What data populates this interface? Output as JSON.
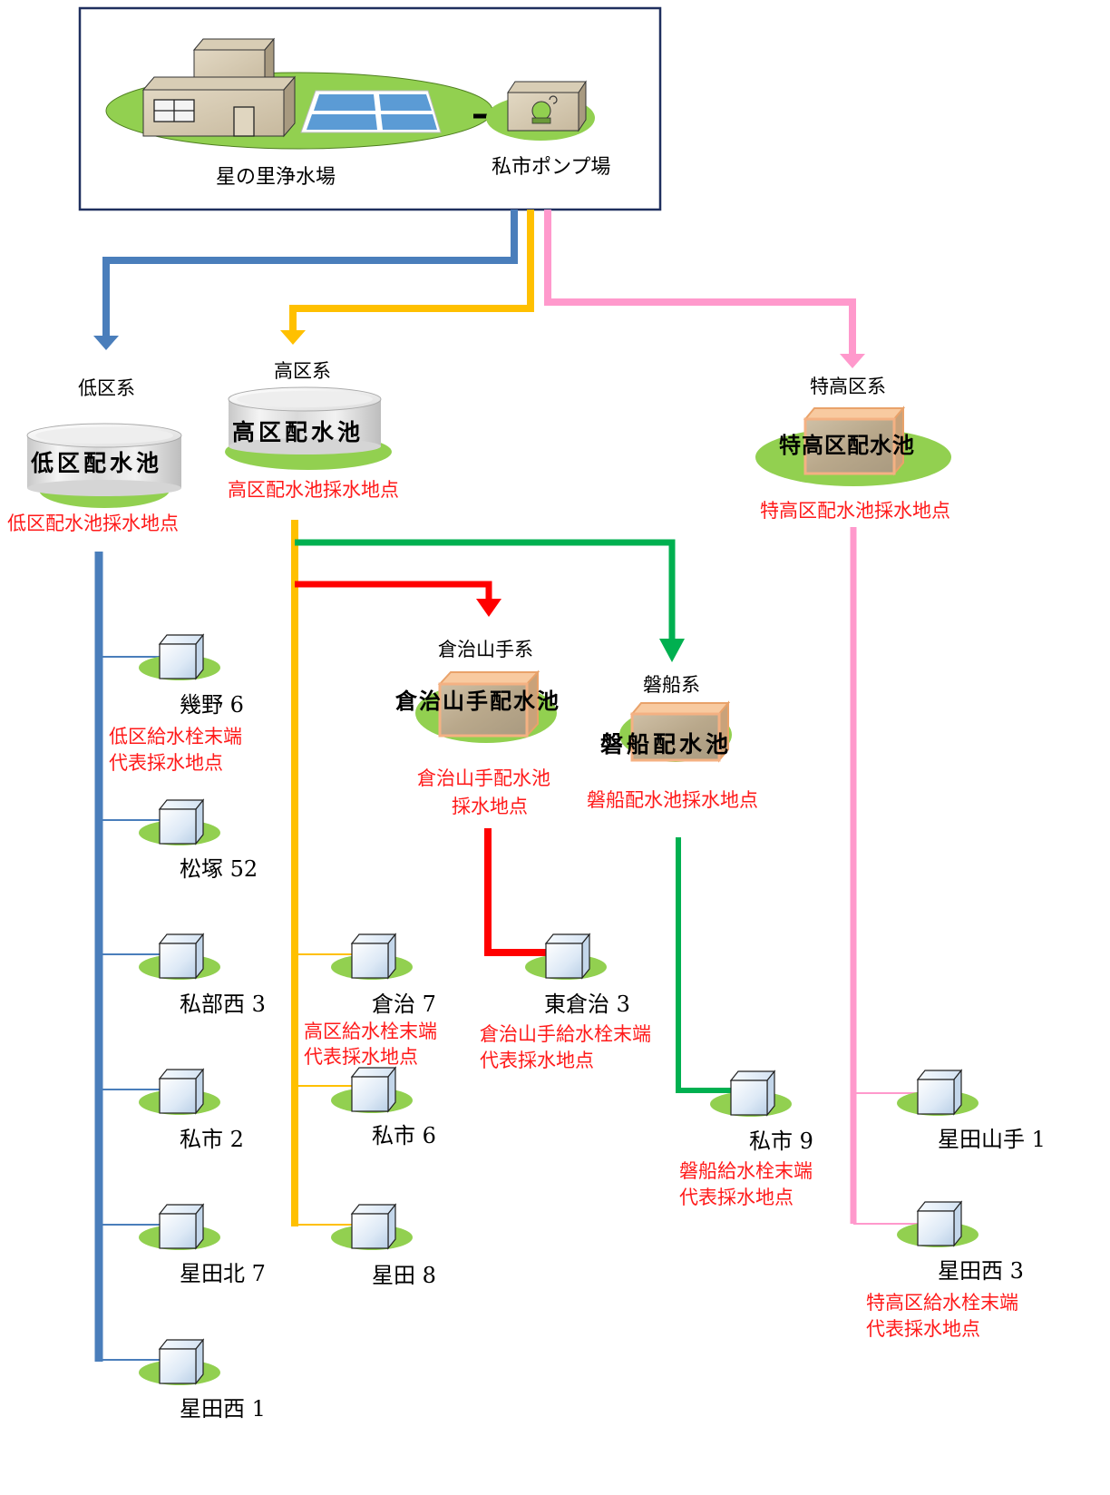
{
  "plant": {
    "purification_plant": "星の里浄水場",
    "pump_station": "私市ポンプ場"
  },
  "systems": {
    "low": {
      "system_label": "低区系",
      "reservoir_label": "低区配水池",
      "sampling_label": "低区配水池採水地点"
    },
    "high": {
      "system_label": "高区系",
      "reservoir_label": "高区配水池",
      "sampling_label": "高区配水池採水地点"
    },
    "super": {
      "system_label": "特高区系",
      "reservoir_label": "特高区配水池",
      "sampling_label": "特高区配水池採水地点"
    },
    "kurajiyamate": {
      "system_label": "倉治山手系",
      "reservoir_label": "倉治山手配水池",
      "sampling_line1": "倉治山手配水池",
      "sampling_line2": "採水地点"
    },
    "iwafune": {
      "system_label": "磐船系",
      "reservoir_label": "磐船配水池",
      "sampling_label": "磐船配水池採水地点"
    }
  },
  "taps": {
    "low": [
      {
        "name": "幾野 6",
        "note1": "低区給水栓末端",
        "note2": "代表採水地点"
      },
      {
        "name": "松塚 52"
      },
      {
        "name": "私部西 3"
      },
      {
        "name": "私市 2"
      },
      {
        "name": "星田北 7"
      },
      {
        "name": "星田西 1"
      }
    ],
    "high": [
      {
        "name": "倉治 7",
        "note1": "高区給水栓末端",
        "note2": "代表採水地点"
      },
      {
        "name": "私市 6"
      },
      {
        "name": "星田 8"
      }
    ],
    "kurajiyamate": [
      {
        "name": "東倉治 3",
        "note1": "倉治山手給水栓末端",
        "note2": "代表採水地点"
      }
    ],
    "iwafune": [
      {
        "name": "私市 9",
        "note1": "磐船給水栓末端",
        "note2": "代表採水地点"
      }
    ],
    "super": [
      {
        "name": "星田山手 1"
      },
      {
        "name": "星田西 3",
        "note1": "特高区給水栓末端",
        "note2": "代表採水地点"
      }
    ]
  },
  "colors": {
    "low_line": "#4a7ebb",
    "high_line": "#ffc000",
    "super_line": "#ff99cc",
    "kurajiyamate_line": "#ff0000",
    "iwafune_line": "#00b050",
    "sampling_text": "#ff1a1a",
    "ground": "#92d050"
  }
}
